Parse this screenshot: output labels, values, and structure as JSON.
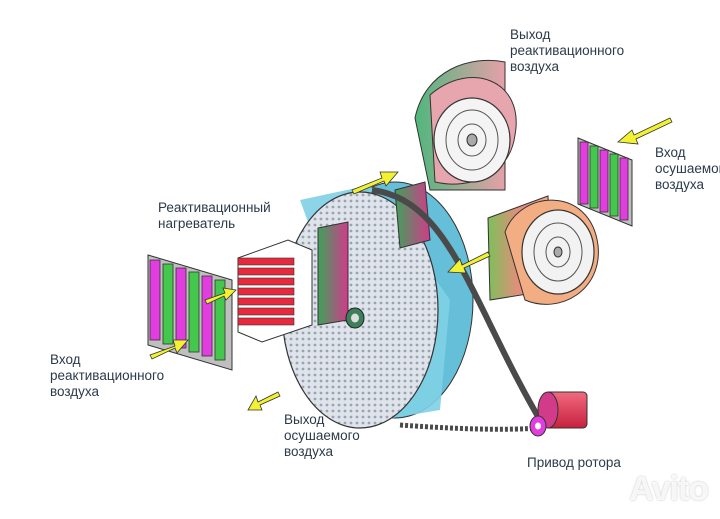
{
  "labels": {
    "out_react": "Выход\nреактивационного\nвоздуха",
    "in_dry": "Вход\nосушаемого\nвоздуха",
    "heater": "Реактивационный\nнагреватель",
    "in_react": "Вход\nреактивационного\nвоздуха",
    "out_dry": "Выход\nосушаемого\nвоздуха",
    "drive": "Привод ротора"
  },
  "watermark": "Avito",
  "colors": {
    "arrow": "#f2f233",
    "rotor_rim": "#7fd0e6",
    "rotor_face": "#d9dde6",
    "belt": "#4a4a4a",
    "heater": "#e8283c",
    "filter_magenta": "#e23ddf",
    "filter_green": "#43c84d",
    "fan_green": "#5aa77e",
    "fan_pink": "#e39aa3",
    "fan_orange": "#f2ad83",
    "motor": "#e8445c"
  }
}
